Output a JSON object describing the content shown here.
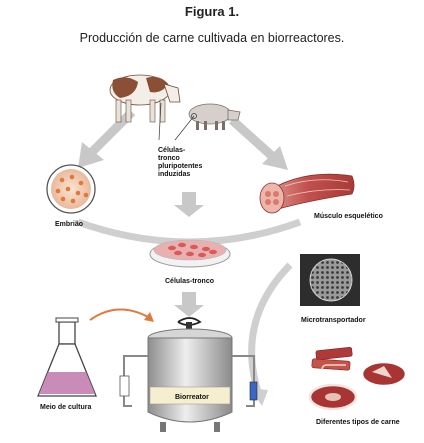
{
  "figure": {
    "title": "Figura 1.",
    "subtitle": "Producción de carne cultivada en biorreactores."
  },
  "labels": {
    "ipsc_line1": "Células-",
    "ipsc_line2": "tronco",
    "ipsc_line3": "pluripotentes",
    "ipsc_line4": "induzidas",
    "embryo": "Embrião",
    "muscle": "Músculo esquelético",
    "stem_cells": "Células-tronco",
    "microcarrier": "Microtransportador",
    "medium": "Meio de cultura",
    "bioreactor": "Biorreator",
    "meat_types": "Diferentes tipos de carne"
  },
  "colors": {
    "arrow_gray": "#c8c8c8",
    "arrow_orange": "#e07a3a",
    "medium_pink": "#c98bb8",
    "cell_red": "#d95a5a",
    "muscle_red": "#c0504d",
    "meat_red": "#b03a3a"
  }
}
